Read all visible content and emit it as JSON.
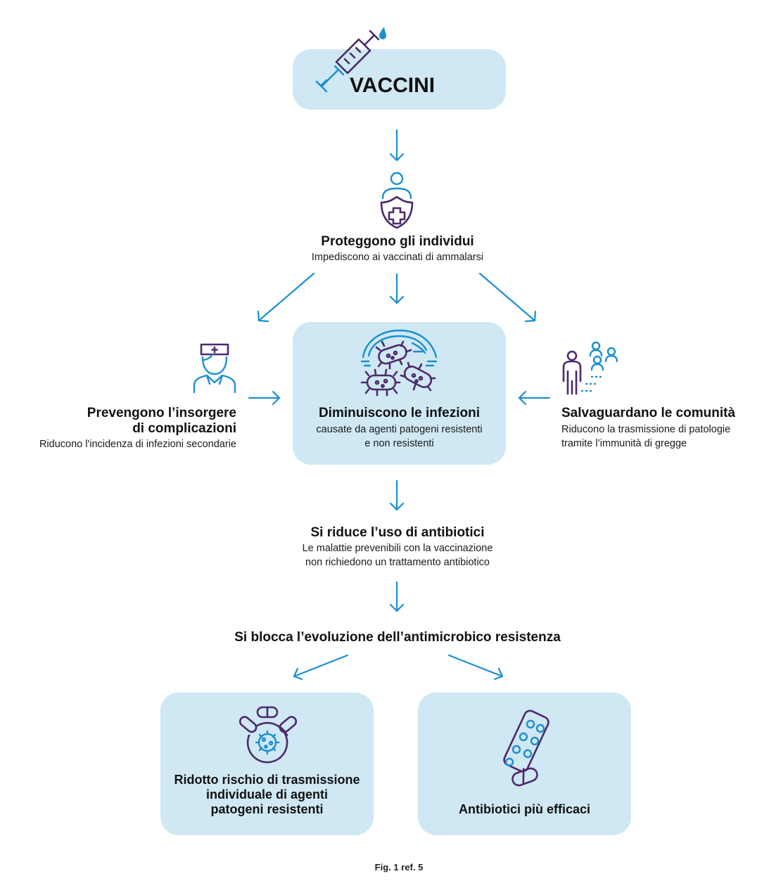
{
  "colors": {
    "box_bg": "#cfe8f4",
    "arrow": "#1a8fd1",
    "icon_purple": "#4b2a6b",
    "icon_blue": "#1a8fd1"
  },
  "top": {
    "title": "VACCINI",
    "icon": "syringe-icon"
  },
  "individui": {
    "title": "Proteggono gli individui",
    "subtitle": "Impediscono ai vaccinati di ammalarsi",
    "icon": "person-shield-icon"
  },
  "complicazioni": {
    "title_line1": "Prevengono l’insorgere",
    "title_line2": "di complicazioni",
    "subtitle": "Riducono l'incidenza di infezioni secondarie",
    "icon": "nurse-icon"
  },
  "infezioni": {
    "title": "Diminuiscono le infezioni",
    "subtitle_line1": "causate da agenti patogeni resistenti",
    "subtitle_line2": "e non resistenti",
    "icon": "bacteria-icon"
  },
  "comunita": {
    "title": "Salvaguardano le comunità",
    "subtitle_line1": "Riducono la trasmissione di patologie",
    "subtitle_line2": "tramite l’immunità di gregge",
    "icon": "community-icon"
  },
  "antibiotici_uso": {
    "title": "Si riduce l’uso di antibiotici",
    "subtitle_line1": "Le malattie prevenibili con la vaccinazione",
    "subtitle_line2": "non richiedono un trattamento antibiotico"
  },
  "blocco": {
    "title": "Si blocca l’evoluzione dell’antimicrobico resistenza"
  },
  "rischio": {
    "line1": "Ridotto rischio di trasmissione",
    "line2": "individuale di agenti",
    "line3": "patogeni resistenti",
    "icon": "pathogen-pills-icon"
  },
  "efficaci": {
    "title": "Antibiotici più efficaci",
    "icon": "pill-blister-icon"
  },
  "footer": {
    "caption": "Fig. 1 ref. 5"
  }
}
